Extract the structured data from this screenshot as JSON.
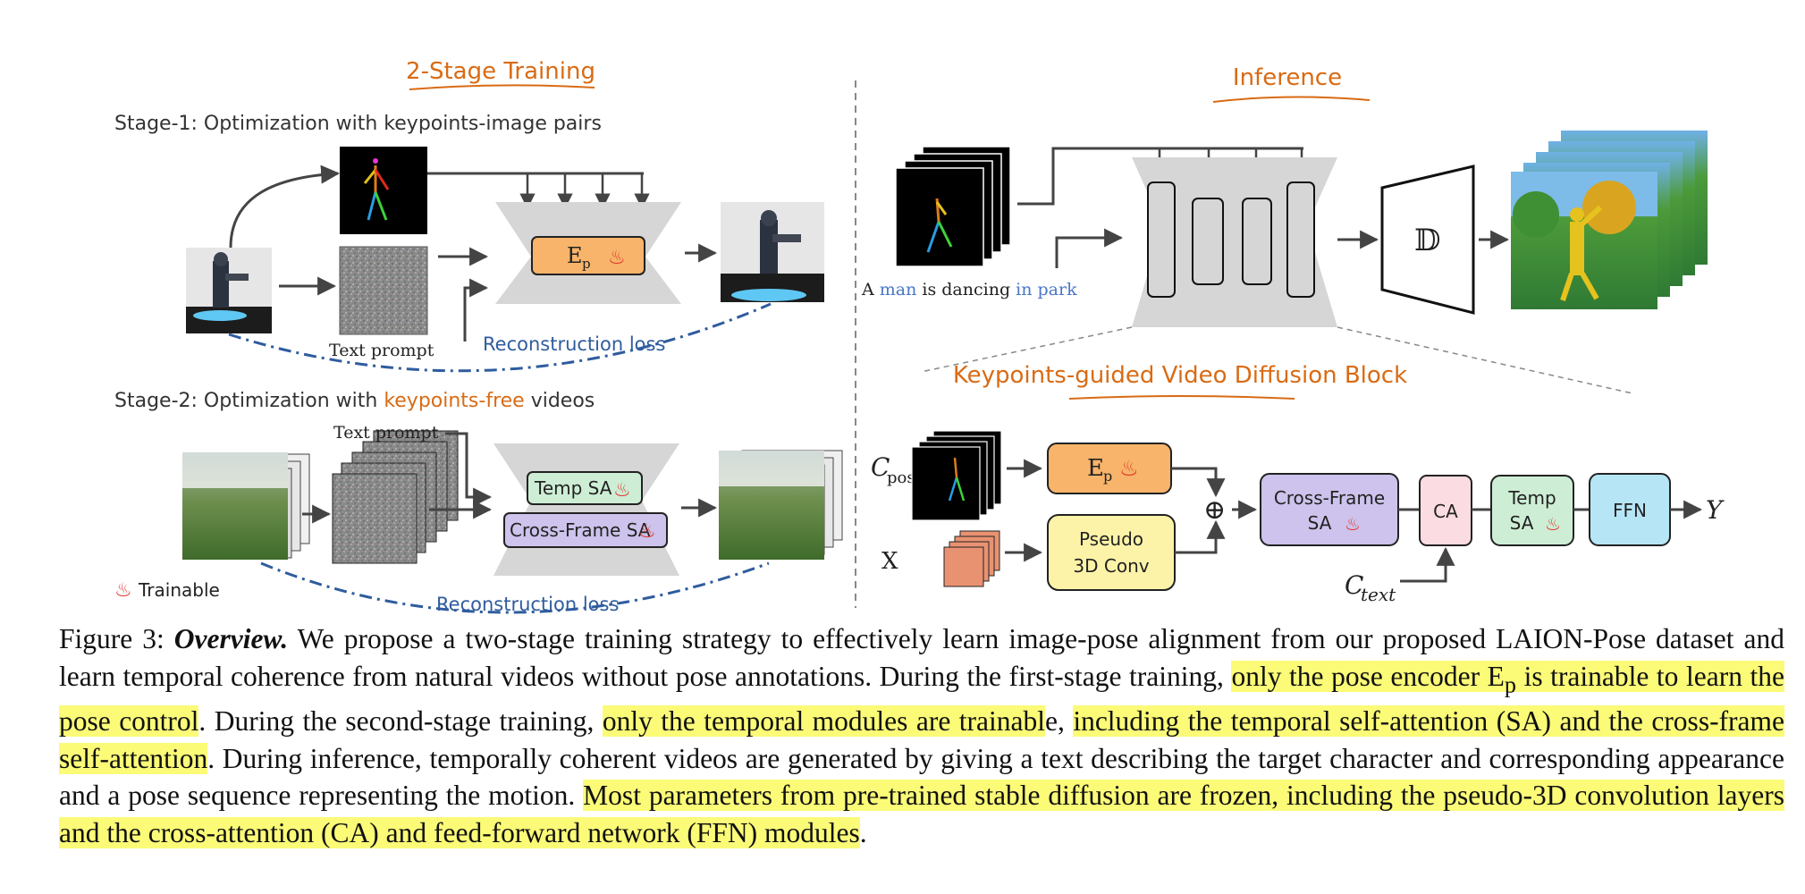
{
  "left_panel": {
    "title": "2-Stage Training",
    "stage1_label": "Stage-1: Optimization with keypoints-image pairs",
    "stage2_label_prefix": "Stage-2: Optimization with ",
    "stage2_label_highlight": "keypoints-free",
    "stage2_label_suffix": " videos",
    "text_prompt_1": "Text prompt",
    "text_prompt_2": "Text prompt",
    "encoder_label": "E",
    "encoder_sub": "p",
    "reconstruction_loss_1": "Reconstruction loss",
    "reconstruction_loss_2": "Reconstruction loss",
    "temp_sa": "Temp SA",
    "cross_frame_sa": "Cross-Frame SA",
    "trainable_legend": "Trainable",
    "trainable_icon": "fire-icon"
  },
  "right_panel": {
    "title": "Inference",
    "prompt_a": "A ",
    "prompt_man": "man",
    "prompt_mid": " is dancing ",
    "prompt_park": "in park",
    "decoder_label": "𝔻",
    "block_title": "Keypoints-guided Video Diffusion Block",
    "c_pose_main": "C",
    "c_pose_sub": "pose",
    "x_label": "X",
    "pseudo_line1": "Pseudo",
    "pseudo_line2": "3D Conv",
    "c_text_main": "C",
    "c_text_sub": "text",
    "cross_frame_line1": "Cross-Frame",
    "cross_frame_line2": "SA",
    "ca": "CA",
    "temp_line1": "Temp",
    "temp_line2": "SA",
    "ffn": "FFN",
    "y_label": "Y",
    "sum_symbol": "⊕"
  },
  "colors": {
    "title_orange": "#d96b14",
    "loss_blue": "#2f5c9e",
    "encoder_fill": "#f7b46a",
    "temp_fill": "#cdeed5",
    "cross_frame_fill": "#cdc3ec",
    "pseudo_fill": "#fdf3a8",
    "ca_fill": "#fbdce2",
    "ffn_fill": "#b6e6f6",
    "highlight": "#fbfb78"
  },
  "caption": {
    "label": "Figure 3: ",
    "bold": "Overview.",
    "s1": " We propose a two-stage training strategy to effectively learn image-pose alignment from our proposed LAION-Pose dataset and learn temporal coherence from natural videos without pose annotations. During the first-stage training, ",
    "h1": "only the pose encoder E",
    "h1_sub": "p",
    "h1b": " is trainable to learn the pose control",
    "s2": ". During the second-stage training, ",
    "h2": "only the temporal modules are trainabl",
    "s3": "e, ",
    "h3": "including the temporal self-attention (SA) and the cross-frame self-attention",
    "s4": ". During inference, temporally coherent videos are generated by giving a text describing the target character and corresponding appearance and a pose sequence representing the motion. ",
    "h4": "Most parameters from pre-trained stable diffusion are frozen, including the pseudo-3D convolution layers and the cross-attention (CA) and feed-forward network (FFN) modules",
    "s5": "."
  }
}
